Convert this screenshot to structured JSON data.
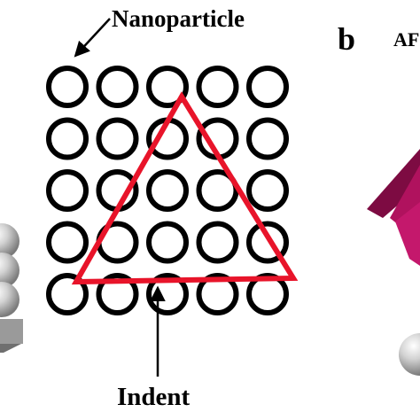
{
  "labels": {
    "nanoparticle": "Nanoparticle",
    "indent": "Indent",
    "panel_b": "b",
    "panel_b_title_fragment": "AF"
  },
  "grid": {
    "rows": 5,
    "cols": 5
  },
  "colors": {
    "ring": "#000000",
    "indent_triangle": "#e8142a",
    "magenta_tip": "#b0125e",
    "magenta_tip_shade": "#7d0b42",
    "sphere": "#cfcfcf",
    "sphere_shade": "#8f8f8f"
  }
}
